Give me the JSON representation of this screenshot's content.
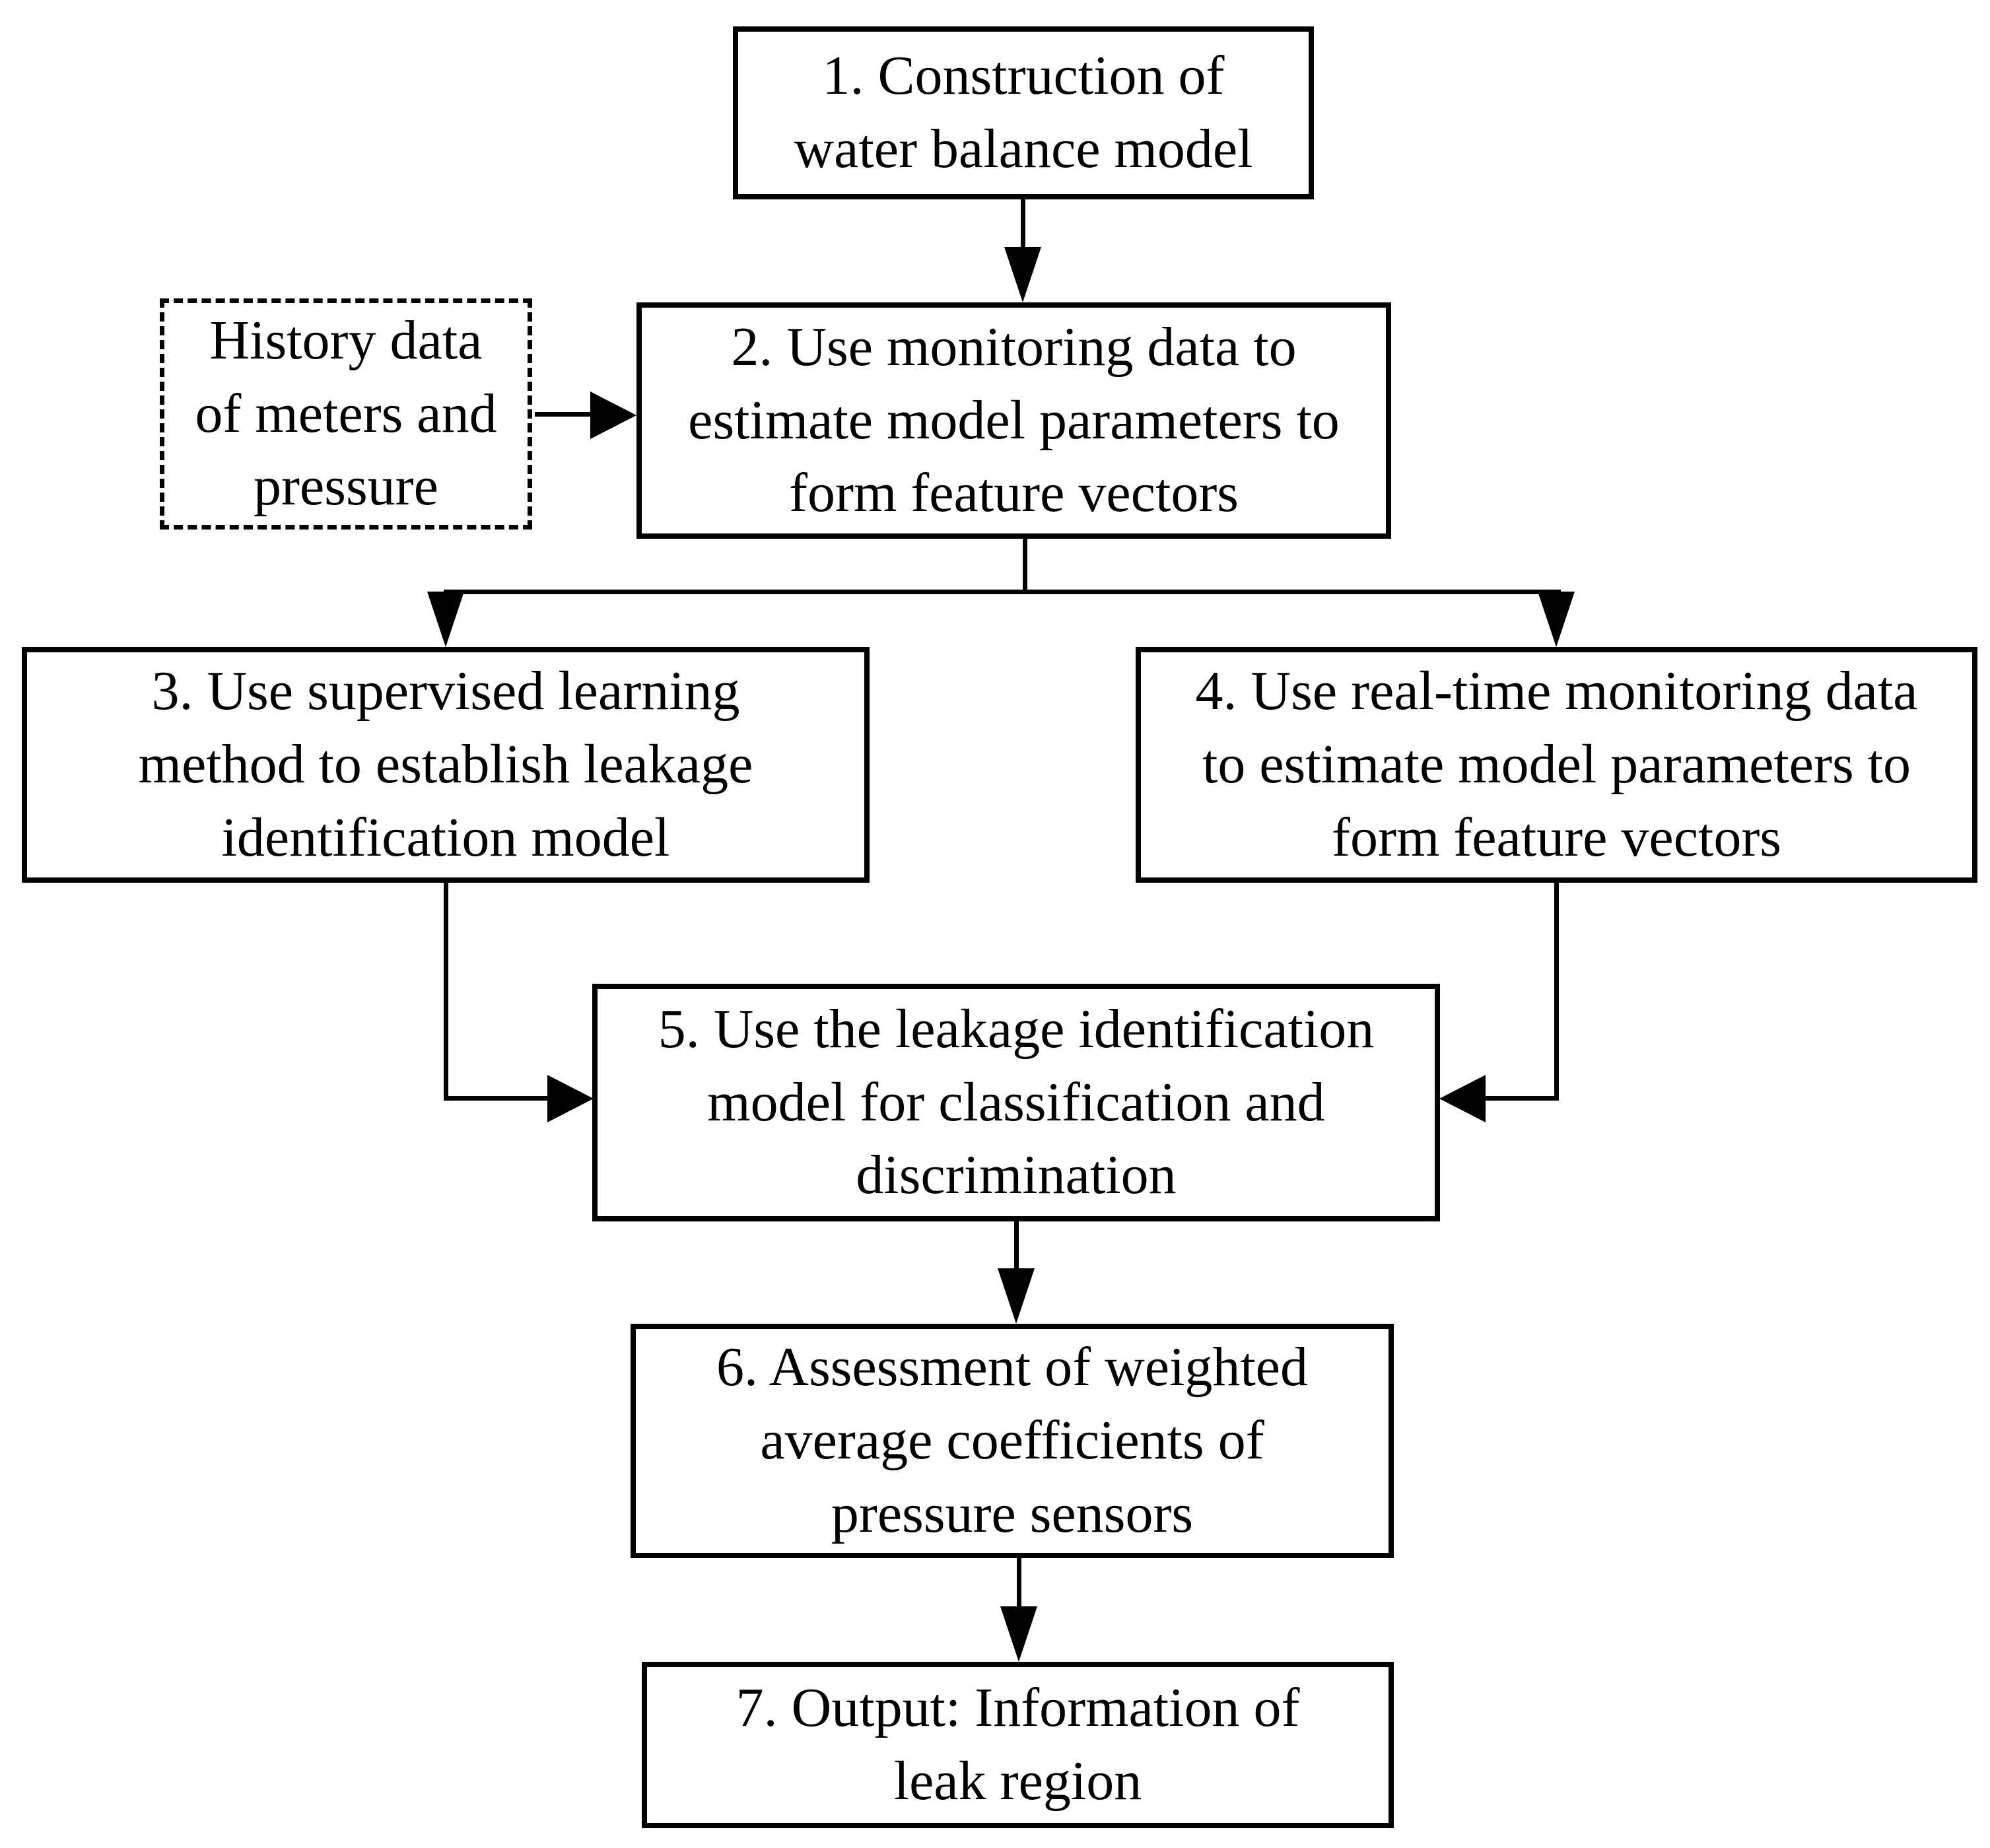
{
  "colors": {
    "line": "#000000",
    "text": "#000000",
    "background": "#ffffff"
  },
  "boxes": {
    "step1": {
      "text": "1. Construction of\nwater balance model"
    },
    "history": {
      "text": "History data\nof meters and\npressure"
    },
    "step2": {
      "text": "2. Use monitoring data to\nestimate model parameters to\nform feature vectors"
    },
    "step3": {
      "text": "3. Use supervised learning\nmethod to establish leakage\nidentification model"
    },
    "step4": {
      "text": "4. Use real-time monitoring data\nto estimate model parameters to\nform feature vectors"
    },
    "step5": {
      "text": "5. Use the leakage identification\nmodel for classification and\ndiscrimination"
    },
    "step6": {
      "text": "6. Assessment of weighted\naverage coefficients of\npressure sensors"
    },
    "step7": {
      "text": "7. Output: Information of\nleak region"
    }
  }
}
